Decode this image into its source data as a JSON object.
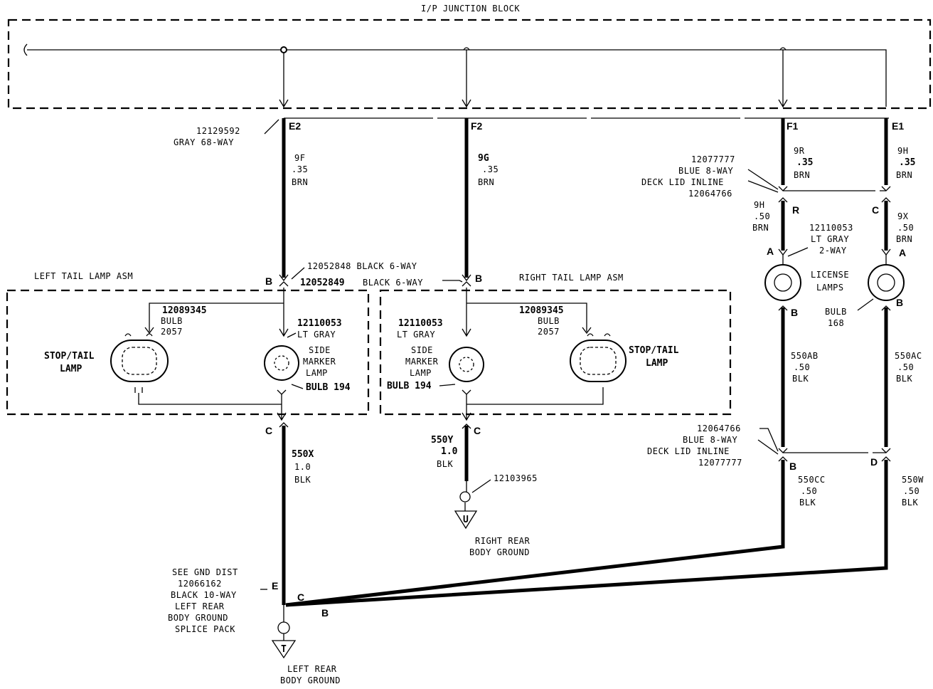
{
  "titles": {
    "junction_block": "I/P JUNCTION BLOCK",
    "left_tail": "LEFT TAIL LAMP ASM",
    "right_tail": "RIGHT TAIL LAMP ASM"
  },
  "pins": {
    "e2": "E2",
    "f2": "F2",
    "f1": "F1",
    "e1": "E1",
    "left_b": "B",
    "right_b": "B",
    "lic_l_a": "A",
    "lic_r_a": "A",
    "lic_l_b": "B",
    "lic_r_b": "B",
    "conn_r": "R",
    "conn_c": "C",
    "left_c": "C",
    "right_c": "C",
    "splice_b": "B",
    "splice_d": "D",
    "gnd_e": "E",
    "gnd_c": "C",
    "gnd_b": "B"
  },
  "connectors": {
    "gray68": [
      "12129592",
      "GRAY 68-WAY"
    ],
    "black6_a": "12052848 BLACK 6-WAY",
    "black6_b_num": "12052849",
    "black6_b_txt": "BLACK  6-WAY",
    "deck_top": [
      "12077777",
      "BLUE 8-WAY",
      "DECK LID INLINE",
      "12064766"
    ],
    "lt_gray_2way": [
      "12110053",
      "LT GRAY",
      "2-WAY"
    ],
    "deck_bottom": [
      "12064766",
      "BLUE 8-WAY",
      "DECK LID INLINE",
      "12077777"
    ],
    "left_ground": [
      "SEE GND DIST",
      "12066162",
      "BLACK 10-WAY",
      "LEFT REAR",
      "BODY GROUND",
      "SPLICE PACK"
    ],
    "right_gnd_part": "12103965"
  },
  "wires": {
    "w9f": [
      "9F",
      ".35",
      "BRN"
    ],
    "w9g": [
      "9G",
      ".35",
      "BRN"
    ],
    "w9r": [
      "9R",
      ".35",
      "BRN"
    ],
    "w9h_top": [
      "9H",
      ".35",
      "BRN"
    ],
    "w9h_lower": [
      "9H",
      ".50",
      "BRN"
    ],
    "w9x": [
      "9X",
      ".50",
      "BRN"
    ],
    "w550x": [
      "550X",
      "1.0",
      "BLK"
    ],
    "w550y": [
      "550Y",
      "1.0",
      "BLK"
    ],
    "w550ab": [
      "550AB",
      ".50",
      "BLK"
    ],
    "w550ac": [
      "550AC",
      ".50",
      "BLK"
    ],
    "w550cc": [
      "550CC",
      ".50",
      "BLK"
    ],
    "w550w": [
      "550W",
      ".50",
      "BLK"
    ]
  },
  "components": {
    "left_bulb": [
      "12089345",
      "BULB",
      "2057"
    ],
    "left_stop_tail": [
      "STOP/TAIL",
      "LAMP"
    ],
    "left_marker_conn": [
      "12110053",
      "LT GRAY"
    ],
    "left_side_marker": [
      "SIDE",
      "MARKER",
      "LAMP"
    ],
    "left_marker_bulb": "BULB 194",
    "right_marker_conn": [
      "12110053",
      "LT GRAY"
    ],
    "right_side_marker": [
      "SIDE",
      "MARKER",
      "LAMP"
    ],
    "right_marker_bulb": "BULB 194",
    "right_bulb": [
      "12089345",
      "BULB",
      "2057"
    ],
    "right_stop_tail": [
      "STOP/TAIL",
      "LAMP"
    ],
    "license_lamps": [
      "LICENSE",
      "LAMPS"
    ],
    "license_bulb": [
      "BULB",
      "168"
    ]
  },
  "grounds": {
    "right_symbol": "U",
    "right_label": [
      "RIGHT REAR",
      "BODY GROUND"
    ],
    "left_symbol": "T",
    "left_label": [
      "LEFT REAR",
      "BODY GROUND"
    ]
  }
}
